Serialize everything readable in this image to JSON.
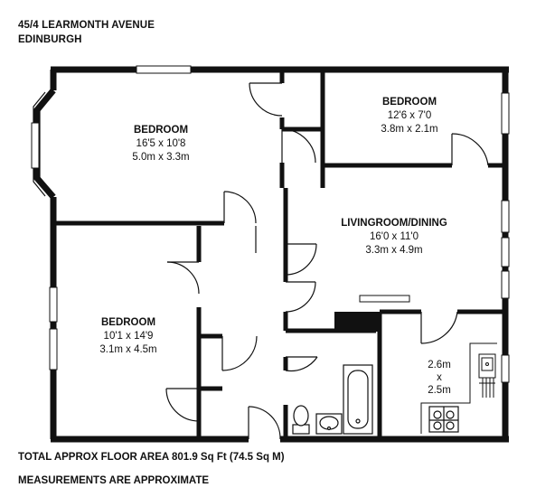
{
  "header": {
    "address_line1": "45/4 LEARMONTH AVENUE",
    "address_line2": "EDINBURGH"
  },
  "rooms": {
    "bedroom1": {
      "name": "BEDROOM",
      "imperial": "16'5 x 10'8",
      "metric": "5.0m x 3.3m"
    },
    "bedroom2": {
      "name": "BEDROOM",
      "imperial": "12'6 x 7'0",
      "metric": "3.8m x 2.1m"
    },
    "living": {
      "name": "LIVINGROOM/DINING",
      "imperial": "16'0 x 11'0",
      "metric": "3.3m x 4.9m"
    },
    "bedroom3": {
      "name": "BEDROOM",
      "imperial": "10'1 x 14'9",
      "metric": "3.1m x 4.5m"
    },
    "kitchen": {
      "line1": "2.6m",
      "line2": "x",
      "line3": "2.5m"
    }
  },
  "footer": {
    "area": "TOTAL APPROX FLOOR AREA 801.9 Sq Ft (74.5 Sq M)",
    "note": "MEASUREMENTS ARE APPROXIMATE"
  },
  "colors": {
    "wall": "#111111",
    "background": "#ffffff"
  }
}
